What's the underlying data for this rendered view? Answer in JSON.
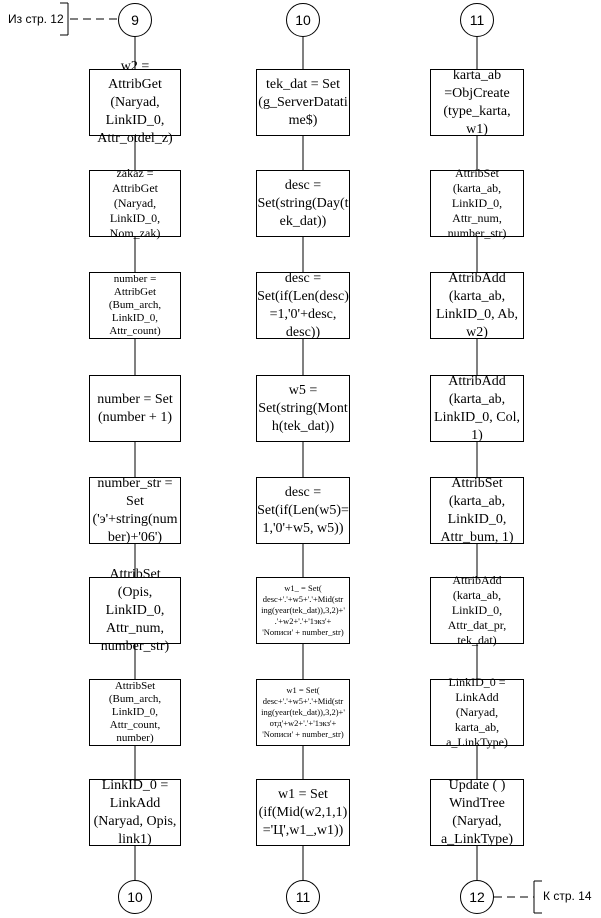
{
  "offpage": {
    "from_label": "Из стр. 12",
    "to_label": "К стр. 14"
  },
  "columns": [
    {
      "start": "9",
      "blocks": [
        "w2 = AttribGet\n(Naryad,\nLinkID_0,\nAttr_otdel_z)",
        "zakaz = AttribGet\n(Naryad,\nLinkID_0,\nNom_zak)",
        "number = AttribGet\n(Bum_arch,\nLinkID_0,\nAttr_count)",
        "number = Set\n(number + 1)",
        "number_str =\nSet\n('э'+string(num\nber)+'06')",
        "AttribSet (Opis,\nLinkID_0,\nAttr_num,\nnumber_str)",
        "AttribSet\n(Bum_arch,\nLinkID_0,\nAttr_count,\nnumber)",
        "LinkID_0 =\nLinkAdd\n(Naryad, Opis,\nlink1)"
      ],
      "end": "10"
    },
    {
      "start": "10",
      "blocks": [
        "tek_dat = Set\n(g_ServerDatati\nme$)",
        "desc =\nSet(string(Day(t\nek_dat))",
        "desc =\nSet(if(Len(desc)\n=1,'0'+desc,\ndesc))",
        "w5 =\nSet(string(Mont\nh(tek_dat))",
        "desc =\nSet(if(Len(w5)=\n1,'0'+w5, w5))",
        "w1_ = Set(\ndesc+'.'+w5+'.'+Mid(str\ning(year(tek_dat)),3,2)+'\n.'+w2+'.'+'1экз'+\n'Nописи' + number_str)",
        "w1 = Set(\ndesc+'.'+w5+'.'+Mid(str\ning(year(tek_dat)),3,2)+'\nотд'+w2+'.'+'1экз'+\n'Nописи' + number_str)",
        "w1 = Set\n(if(Mid(w2,1,1)\n='Ц',w1_,w1))"
      ],
      "end": "11"
    },
    {
      "start": "11",
      "blocks": [
        "karta_ab\n=ObjCreate\n(type_karta, w1)",
        "AttribSet (karta_ab,\nLinkID_0,\nAttr_num,\nnumber_str)",
        "AttribAdd\n(karta_ab,\nLinkID_0, Ab,\nw2)",
        "AttribAdd\n(karta_ab,\nLinkID_0, Col,\n1)",
        "AttribSet\n(karta_ab,\nLinkID_0,\nAttr_bum, 1)",
        "AttribAdd\n(karta_ab,\nLinkID_0,\nAttr_dat_pr,\ntek_dat)",
        "LinkID_0 =\nLinkAdd (Naryad,\nkarta_ab,\na_LinkType)",
        "Update ( )\nWindTree\n(Naryad,\na_LinkType)"
      ],
      "end": "12"
    }
  ]
}
